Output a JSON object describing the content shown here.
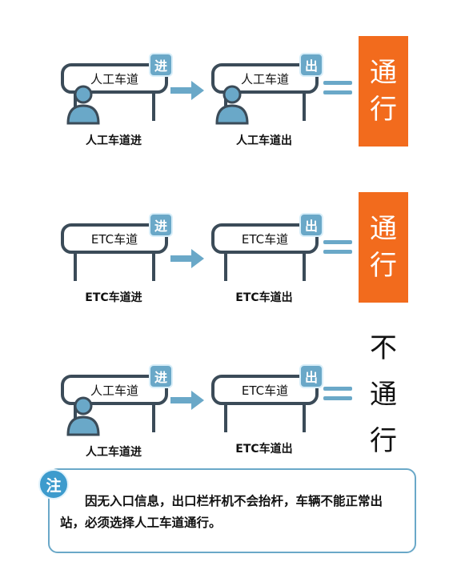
{
  "rows": [
    {
      "entry": {
        "sign": "人工车道",
        "badge": "进",
        "label": "人工车道进"
      },
      "exit": {
        "sign": "人工车道",
        "badge": "出",
        "label": "人工车道出"
      },
      "result": {
        "chars": [
          "通",
          "行"
        ]
      }
    },
    {
      "entry": {
        "sign": "ETC车道",
        "badge": "进",
        "label": "ETC车道进"
      },
      "exit": {
        "sign": "ETC车道",
        "badge": "出",
        "label": "ETC车道出"
      },
      "result": {
        "chars": [
          "通",
          "行"
        ]
      }
    },
    {
      "entry": {
        "sign": "人工车道",
        "badge": "进",
        "label": "人工车道进"
      },
      "exit": {
        "sign": "ETC车道",
        "badge": "出",
        "label": "ETC车道出"
      },
      "result": {
        "chars": [
          "不",
          "通",
          "行"
        ]
      }
    }
  ],
  "note": {
    "badge": "注",
    "text": "因无入口信息，出口栏杆机不会抬杆，车辆不能正常出站，必须选择人工车道通行。"
  },
  "colors": {
    "accent_blue": "#6aa8c8",
    "sign_frame": "#3b4b58",
    "pass_orange": "#f26b1d"
  },
  "icons": [
    "person-icon",
    "arrow-right-icon",
    "equals-icon"
  ]
}
